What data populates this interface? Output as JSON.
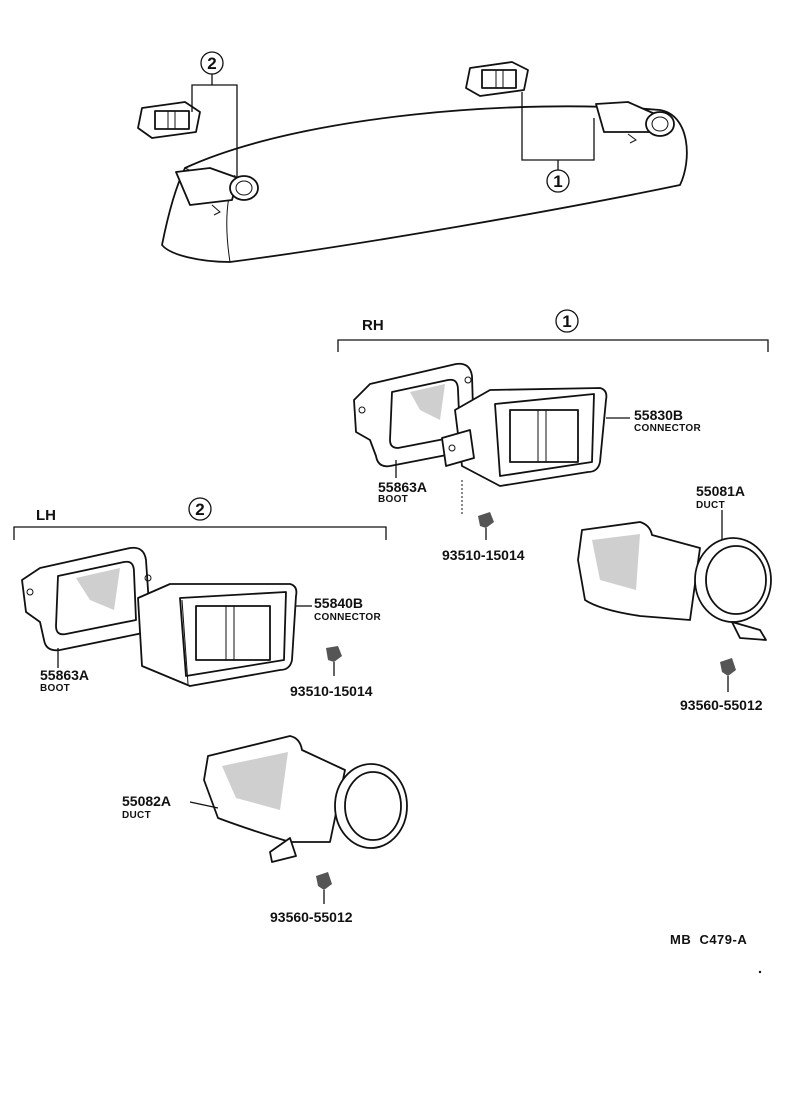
{
  "callouts": {
    "one": "1",
    "two": "2"
  },
  "groups": {
    "rh": {
      "label": "RH",
      "callout": "1"
    },
    "lh": {
      "label": "LH",
      "callout": "2"
    }
  },
  "parts": {
    "rh_boot": {
      "number": "55863A",
      "name": "BOOT"
    },
    "rh_connector": {
      "number": "55830B",
      "name": "CONNECTOR"
    },
    "rh_screw": {
      "number": "93510-15014"
    },
    "rh_duct": {
      "number": "55081A",
      "name": "DUCT"
    },
    "rh_duct_screw": {
      "number": "93560-55012"
    },
    "lh_boot": {
      "number": "55863A",
      "name": "BOOT"
    },
    "lh_connector": {
      "number": "55840B",
      "name": "CONNECTOR"
    },
    "lh_screw": {
      "number": "93510-15014"
    },
    "lh_duct": {
      "number": "55082A",
      "name": "DUCT"
    },
    "lh_duct_screw": {
      "number": "93560-55012"
    }
  },
  "reference": "MB  C479-A"
}
